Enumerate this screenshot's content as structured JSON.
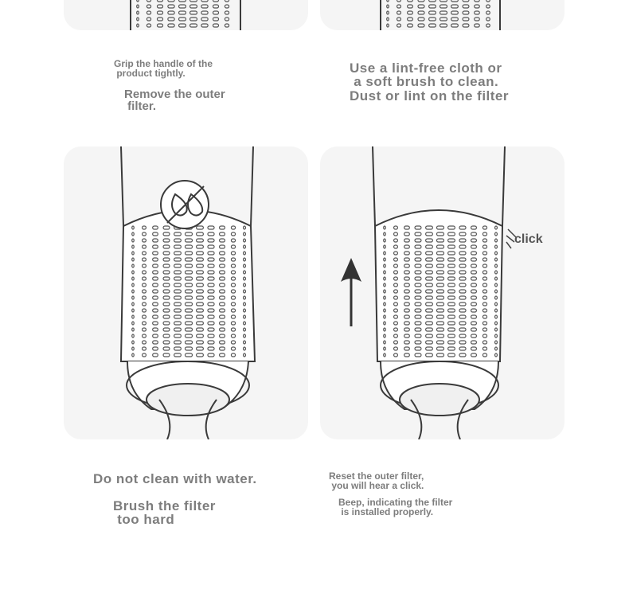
{
  "captions": {
    "top_left_1": "Grip the handle of the\n product tightly.",
    "top_left_2": "Remove the outer\n filter.",
    "top_right_1": "Use a lint-free cloth or\n a soft brush to clean.",
    "top_right_2": "Dust or lint on the filter",
    "bottom_left_1": "Do not clean with water.",
    "bottom_left_2": "Brush the filter\n too hard",
    "bottom_right_1": "Reset the outer filter,\n you will hear a click.",
    "bottom_right_2": "Beep, indicating the filter\n is installed properly."
  },
  "click_label": "click",
  "icons": [
    "no-water-icon",
    "up-arrow-icon",
    "click-sound-icon"
  ],
  "colors": {
    "panel_bg": "#f5f5f5",
    "line": "#3a3a3a",
    "text": "#7d7d7d"
  }
}
